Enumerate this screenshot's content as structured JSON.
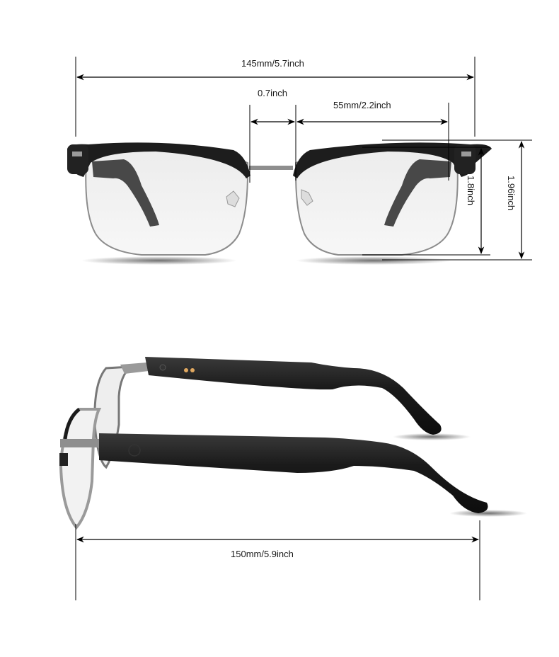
{
  "figure": {
    "subject": "smart audio glasses dimension diagram",
    "front_view": {
      "total_width_label": "145mm/5.7inch",
      "bridge_label": "0.7inch",
      "lens_width_label": "55mm/2.2inch",
      "lens_height_label": "1.8inch",
      "frame_height_label": "1.96inch"
    },
    "side_view": {
      "temple_length_label": "150mm/5.9inch"
    },
    "colors": {
      "frame": "#1b1b1b",
      "metal_rim": "#8a8a8a",
      "lens": "#efefef",
      "charging_contacts": "#e0a860",
      "dimension_lines": "#000000"
    }
  }
}
